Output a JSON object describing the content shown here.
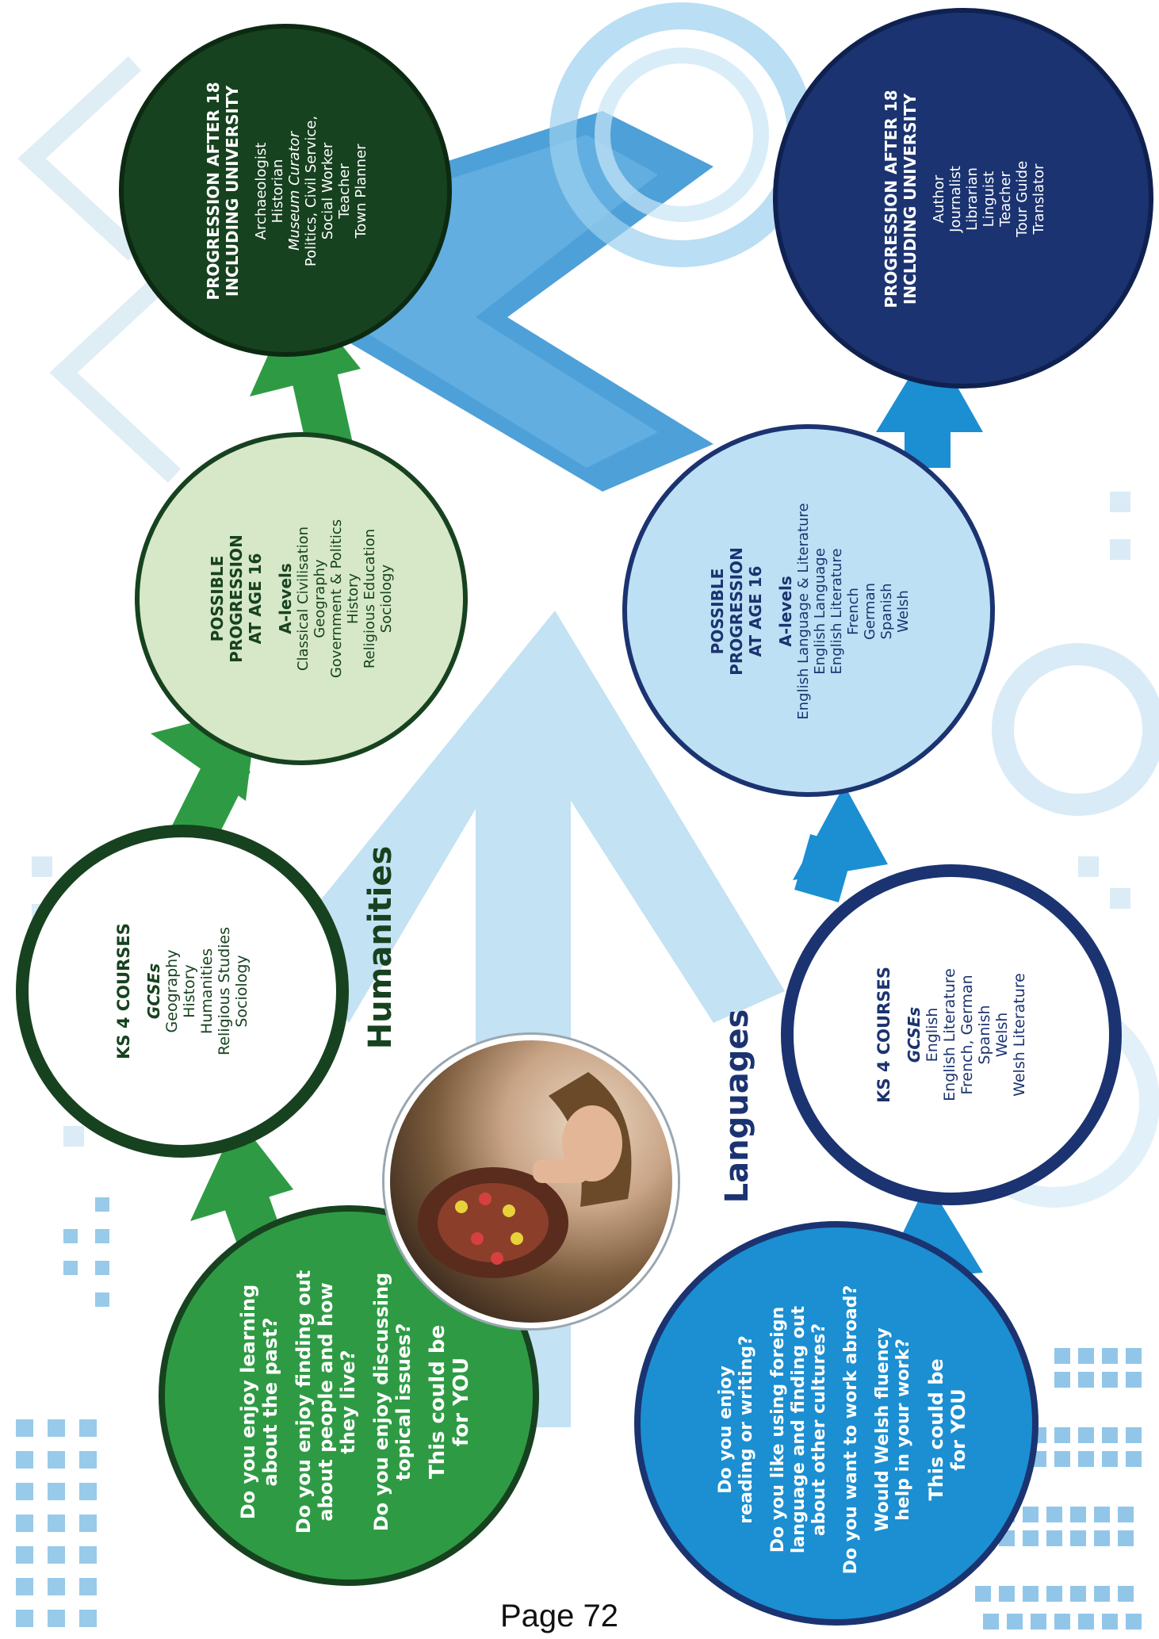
{
  "colors": {
    "hum_dark": "#17421f",
    "hum_mid": "#2e9b44",
    "hum_light": "#d6e8c8",
    "lang_dark": "#1b3370",
    "lang_mid": "#1b8fd2",
    "lang_light": "#bde0f4",
    "bg_accent": "#b9ddf1"
  },
  "humanities": {
    "title": "Humanities",
    "intro": {
      "q1": "Do you enjoy learning about the past?",
      "q2": "Do you enjoy finding out about people and how they live?",
      "q3": "Do you enjoy discussing topical issues?",
      "cta": "This could be for YOU"
    },
    "ks4": {
      "heading": "KS 4 COURSES",
      "sub": "GCSEs",
      "items": [
        "Geography",
        "History",
        "Humanities",
        "Religious Studies",
        "Sociology"
      ]
    },
    "age16": {
      "heading": "POSSIBLE PROGRESSION AT AGE 16",
      "sub": "A-levels",
      "items": [
        "Classical Civilisation",
        "Geography",
        "Government & Politics",
        "History",
        "Religious Education",
        "Sociology"
      ]
    },
    "after18": {
      "heading": "PROGRESSION AFTER 18 INCLUDING UNIVERSITY",
      "items": [
        "Archaeologist",
        "Historian",
        "Museum Curator",
        "Politics, Civil Service,",
        "Social Worker",
        "Teacher",
        "Town Planner"
      ]
    }
  },
  "languages": {
    "title": "Languages",
    "intro": {
      "q1": "Do you enjoy reading or writing?",
      "q2": "Do you like using foreign language and finding out about other cultures?",
      "q3": "Do you want to work abroad?",
      "q4": "Would Welsh fluency help in your work?",
      "cta": "This could be for YOU"
    },
    "ks4": {
      "heading": "KS 4 COURSES",
      "sub": "GCSEs",
      "items": [
        "English",
        "English Literature",
        "French, German",
        "Spanish",
        "Welsh",
        "Welsh Literature"
      ]
    },
    "age16": {
      "heading": "POSSIBLE PROGRESSION AT AGE 16",
      "sub": "A-levels",
      "items": [
        "English Language & Literature",
        "English Language",
        "English Literature",
        "French",
        "German",
        "Spanish",
        "Welsh"
      ]
    },
    "after18": {
      "heading": "PROGRESSION AFTER 18 INCLUDING UNIVERSITY",
      "items": [
        "Author",
        "Journalist",
        "Librarian",
        "Linguist",
        "Teacher",
        "Tour Guide",
        "Translator"
      ]
    }
  },
  "photo": {
    "icon": "student-photo"
  },
  "footer": {
    "page": "Page 72"
  }
}
